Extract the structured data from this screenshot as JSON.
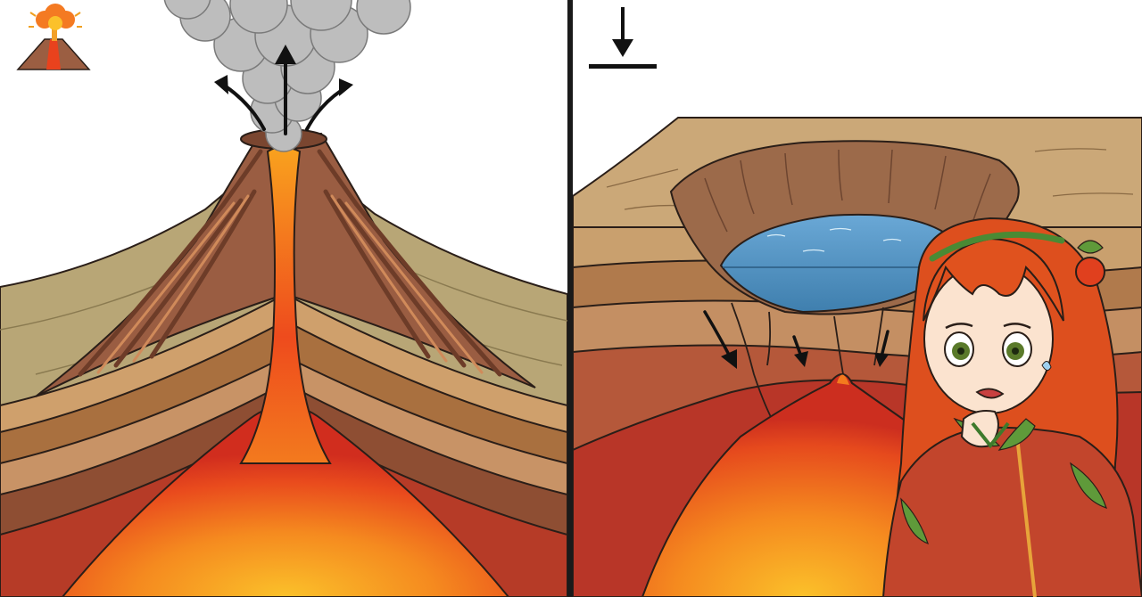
{
  "diagram": {
    "panels": [
      {
        "id": "eruption",
        "icon": "erupting-volcano-icon"
      },
      {
        "id": "collapse",
        "icon": "down-arrow-bar-icon"
      }
    ],
    "colors": {
      "sky": "#ffffff",
      "lava_core": "#f8b020",
      "lava_mid": "#f26a1d",
      "lava_outer": "#cf2f20",
      "strata_red": "#b9432c",
      "strata_brown": "#8c5a3a",
      "strata_tan": "#c79a6a",
      "strata_olive": "#a9a06a",
      "cone_brown": "#9b5e42",
      "hillside": "#b6a475",
      "smoke": "#b8b8b8",
      "water": "#5b9ac8",
      "outline": "#2a1e18",
      "hair": "#e0521e",
      "dress": "#c2472e",
      "leaf": "#5f9a3a"
    },
    "character": {
      "name": "",
      "expression": "worried"
    }
  }
}
